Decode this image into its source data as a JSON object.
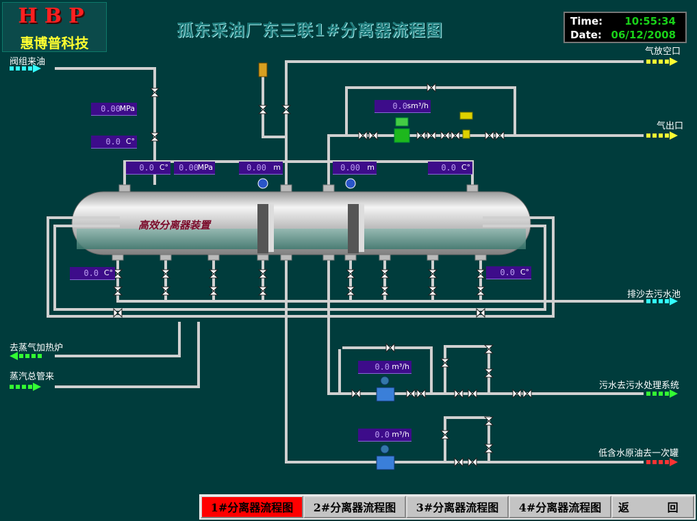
{
  "logo": {
    "brand": "HBP",
    "company": "惠博普科技"
  },
  "title": "孤东采油厂东三联1#分离器流程图",
  "clock": {
    "time_label": "Time:",
    "time": "10:55:34",
    "date_label": "Date:",
    "date": "06/12/2008"
  },
  "vessel_label": "高效分离器装置",
  "pipe_labels": {
    "valve_group_oil": "阀组来油",
    "gas_vent": "气放空口",
    "gas_outlet": "气出口",
    "sand_discharge": "排沙去污水池",
    "to_steam_heater": "去蒸气加热炉",
    "from_steam_main": "蒸汽总管来",
    "water_to_treatment": "污水去污水处理系统",
    "oil_to_tank": "低含水原油去一次罐"
  },
  "readouts": {
    "inlet_pressure": {
      "value": "0.00",
      "unit": "MPa"
    },
    "inlet_temp": {
      "value": "0.0",
      "unit": "C°"
    },
    "gas_flow": {
      "value": "0.0",
      "unit": "sm³/h"
    },
    "top_temp_left": {
      "value": "0.0",
      "unit": "C°"
    },
    "top_pressure": {
      "value": "0.00",
      "unit": "MPa"
    },
    "level_1": {
      "value": "0.00",
      "unit": "m"
    },
    "level_2": {
      "value": "0.00",
      "unit": "m"
    },
    "top_temp_right": {
      "value": "0.0",
      "unit": "C°"
    },
    "left_temp": {
      "value": "0.0",
      "unit": "C°"
    },
    "right_temp": {
      "value": "0.0",
      "unit": "C°"
    },
    "water_flow": {
      "value": "0.0",
      "unit": "m³/h"
    },
    "oil_flow": {
      "value": "0.0",
      "unit": "m³/h"
    }
  },
  "nav": {
    "tab1": "1#分离器流程图",
    "tab2": "2#分离器流程图",
    "tab3": "3#分离器流程图",
    "tab4": "4#分离器流程图",
    "back": "返 回"
  },
  "colors": {
    "background": "#003c3c",
    "pipe": "#d8d8d8",
    "display_bg": "#3d0c8a",
    "arrow_cyan": "#33ffff",
    "arrow_yellow": "#ffff33",
    "arrow_green": "#33ff33",
    "arrow_red": "#ff3333",
    "nav_active": "#ff0000"
  }
}
